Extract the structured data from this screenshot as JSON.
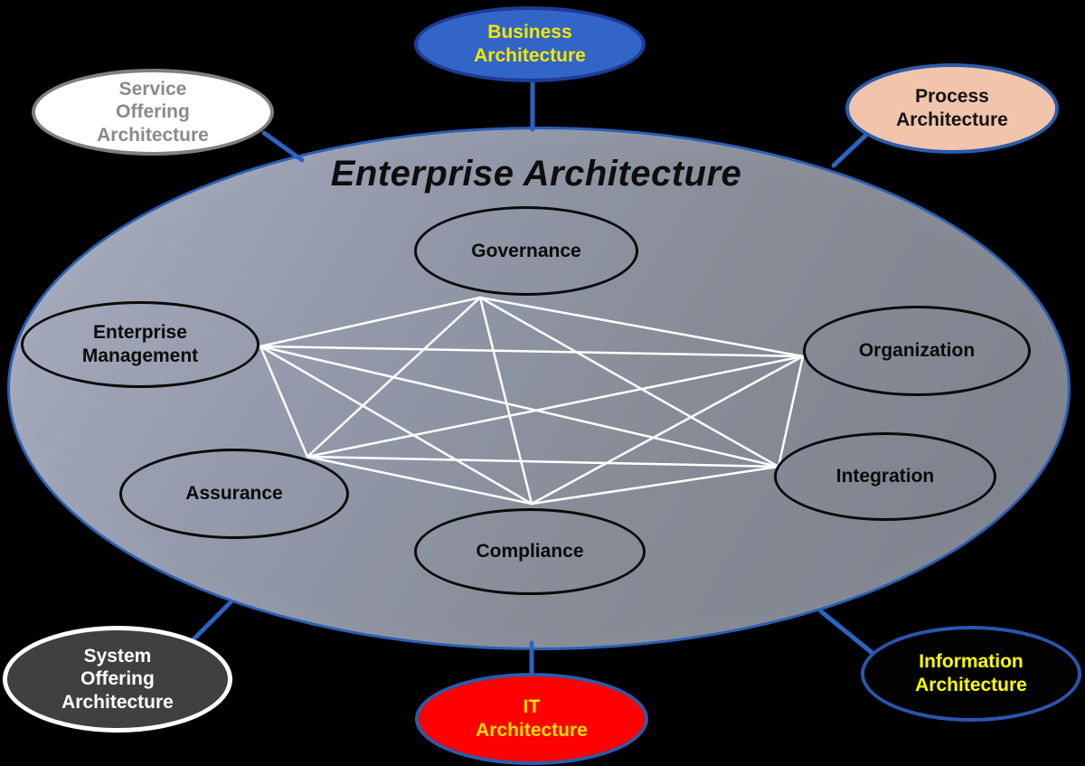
{
  "title": "Enterprise Architecture",
  "core_nodes": [
    {
      "id": "governance",
      "label": "Governance"
    },
    {
      "id": "enterprise-management",
      "label": "Enterprise\nManagement"
    },
    {
      "id": "organization",
      "label": "Organization"
    },
    {
      "id": "assurance",
      "label": "Assurance"
    },
    {
      "id": "integration",
      "label": "Integration"
    },
    {
      "id": "compliance",
      "label": "Compliance"
    }
  ],
  "satellite_nodes": [
    {
      "id": "business-architecture",
      "label": "Business\nArchitecture",
      "fill": "#3365C8",
      "border": "#1C3C96",
      "text_color": "#F4E800"
    },
    {
      "id": "service-offering-architecture",
      "label": "Service\nOffering\nArchitecture",
      "fill": "#FFFFFF",
      "border": "#7F7F7F",
      "text_color": "#8A8A8A"
    },
    {
      "id": "process-architecture",
      "label": "Process\nArchitecture",
      "fill": "#F2C4AC",
      "border": "#2A5CAA",
      "text_color": "#141414"
    },
    {
      "id": "system-offering-architecture",
      "label": "System\nOffering\nArchitecture",
      "fill": "#404040",
      "border": "#FFFFFF",
      "text_color": "#FFFFFF"
    },
    {
      "id": "it-architecture",
      "label": "IT\nArchitecture",
      "fill": "#FE0000",
      "border": "#2A5CAA",
      "text_color": "#FFE000"
    },
    {
      "id": "information-architecture",
      "label": "Information\nArchitecture",
      "fill": "#020202",
      "border": "#2B55AE",
      "text_color": "#FFFF00"
    }
  ],
  "colors": {
    "background": "#000000",
    "boundary_border": "#2A5FB4",
    "boundary_gradient_start": "#A8AEBF",
    "boundary_gradient_end": "#7B808C",
    "mesh_line": "#FFFFFF",
    "connector_line": "#2C63C2",
    "core_ring": "#0A0A0A",
    "title_color": "#0D0D0D"
  }
}
